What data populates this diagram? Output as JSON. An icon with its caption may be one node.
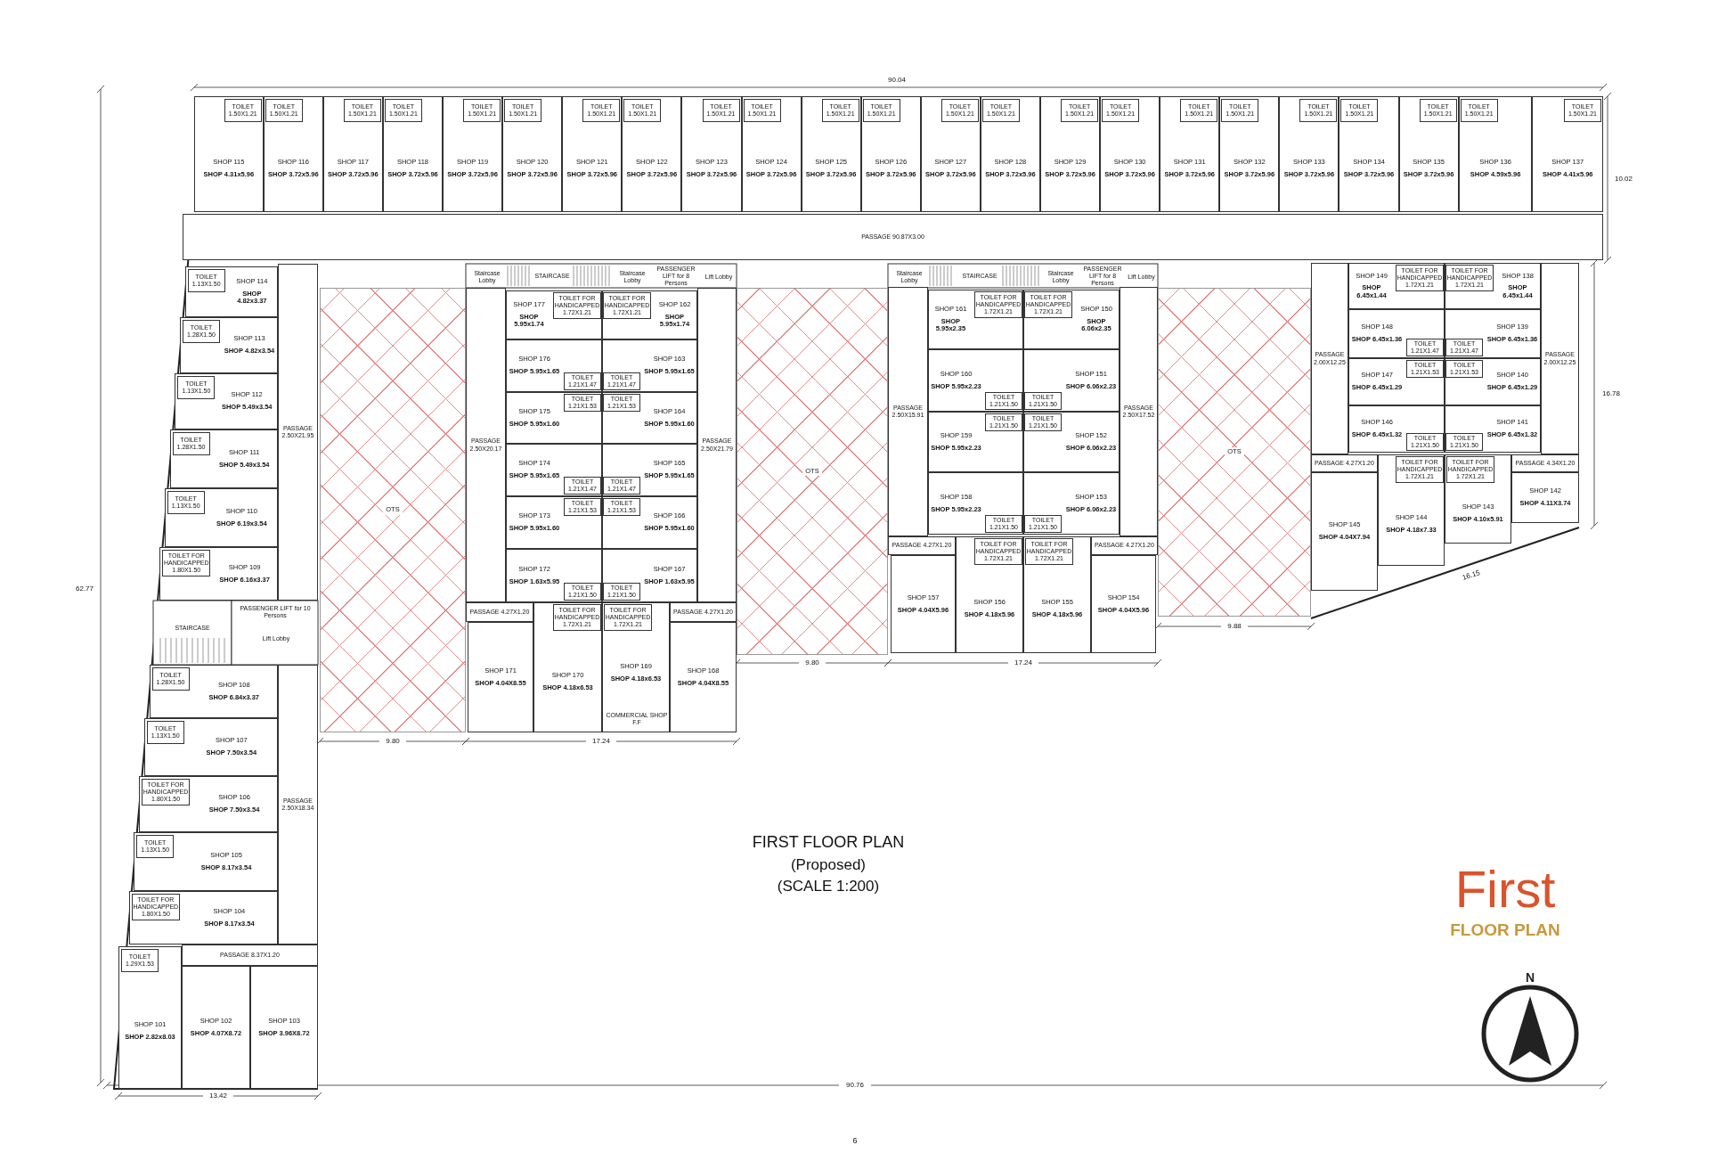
{
  "diagram": {
    "title": "FIRST FLOOR PLAN",
    "nodes": [
      {
        "text": [
          "SHOP 115",
          "SHOP 4.31x5.96"
        ]
      },
      {
        "text": [
          "TOILET 1.50X1.21"
        ],
        "in": 0
      },
      {
        "text": [
          "SHOP 116",
          "SHOP 3.72x5.96"
        ]
      },
      {
        "text": [
          "TOILET 1.50X1.21"
        ],
        "in": 2
      },
      {
        "text": [
          "SHOP 117",
          "SHOP 3.72x5.96"
        ]
      },
      {
        "text": [
          "TOILET 1.50X1.21"
        ],
        "in": 4
      },
      {
        "text": [
          "SHOP 118",
          "SHOP 3.72x5.96"
        ]
      },
      {
        "text": [
          "TOILET 1.50X1.21"
        ],
        "in": 6
      },
      {
        "text": [
          "SHOP 119",
          "SHOP 3.72x5.96"
        ]
      },
      {
        "text": [
          "TOILET 1.50X1.21"
        ],
        "in": 8
      },
      {
        "text": [
          "SHOP 120",
          "SHOP 3.72x5.96"
        ]
      },
      {
        "text": [
          "TOILET 1.50X1.21"
        ],
        "in": 10
      },
      {
        "text": [
          "SHOP 121",
          "SHOP 3.72x5.96"
        ]
      },
      {
        "text": [
          "TOILET 1.50X1.21"
        ],
        "in": 12
      },
      {
        "text": [
          "SHOP 122",
          "SHOP 3.72x5.96"
        ]
      },
      {
        "text": [
          "TOILET 1.50X1.21"
        ],
        "in": 14
      },
      {
        "text": [
          "SHOP 123",
          "SHOP 3.72x5.96"
        ]
      },
      {
        "text": [
          "TOILET 1.50X1.21"
        ],
        "in": 16
      },
      {
        "text": [
          "SHOP 124",
          "SHOP 3.72x5.96"
        ]
      },
      {
        "text": [
          "TOILET 1.50X1.21"
        ],
        "in": 18
      },
      {
        "text": [
          "SHOP 125",
          "SHOP 3.72x5.96"
        ]
      },
      {
        "text": [
          "TOILET 1.50X1.21"
        ],
        "in": 20
      },
      {
        "text": [
          "SHOP 126",
          "SHOP 3.72x5.96"
        ]
      },
      {
        "text": [
          "TOILET 1.50X1.21"
        ],
        "in": 22
      },
      {
        "text": [
          "SHOP 127",
          "SHOP 3.72x5.96"
        ]
      },
      {
        "text": [
          "TOILET 1.50X1.21"
        ],
        "in": 24
      },
      {
        "text": [
          "SHOP 128",
          "SHOP 3.72x5.96"
        ]
      },
      {
        "text": [
          "TOILET 1.50X1.21"
        ],
        "in": 26
      },
      {
        "text": [
          "SHOP 129",
          "SHOP 3.72x5.96"
        ]
      },
      {
        "text": [
          "TOILET 1.50X1.21"
        ],
        "in": 28
      },
      {
        "text": [
          "SHOP 130",
          "SHOP 3.72x5.96"
        ]
      },
      {
        "text": [
          "TOILET 1.50X1.21"
        ],
        "in": 30
      },
      {
        "text": [
          "SHOP 131",
          "SHOP 3.72x5.96"
        ]
      },
      {
        "text": [
          "TOILET 1.50X1.21"
        ],
        "in": 32
      },
      {
        "text": [
          "SHOP 132",
          "SHOP 3.72x5.96"
        ]
      },
      {
        "text": [
          "TOILET 1.50X1.21"
        ],
        "in": 34
      },
      {
        "text": [
          "SHOP 133",
          "SHOP 3.72x5.96"
        ]
      },
      {
        "text": [
          "TOILET 1.50X1.21"
        ],
        "in": 36
      },
      {
        "text": [
          "SHOP 134",
          "SHOP 3.72x5.96"
        ]
      },
      {
        "text": [
          "TOILET 1.50X1.21"
        ],
        "in": 38
      },
      {
        "text": [
          "SHOP 135",
          "SHOP 3.72x5.96"
        ]
      },
      {
        "text": [
          "TOILET 1.50X1.21"
        ],
        "in": 40
      },
      {
        "text": [
          "SHOP 136",
          "SHOP 4.59x5.96"
        ]
      },
      {
        "text": [
          "TOILET 1.50X1.21"
        ],
        "in": 42
      },
      {
        "text": [
          "SHOP 137",
          "SHOP 4.41x5.96"
        ]
      },
      {
        "text": [
          "TOILET 1.50X1.21"
        ],
        "in": 44
      },
      {
        "text": [
          "PASSAGE 90.87X3.00"
        ]
      },
      {
        "text": [
          "SHOP 114",
          "SHOP 4.82x3.37"
        ]
      },
      {
        "text": [
          "TOILET 1.13X1.50"
        ],
        "in": 47
      },
      {
        "text": [
          "SHOP 113",
          "SHOP 4.82x3.54"
        ]
      },
      {
        "text": [
          "TOILET 1.28X1.50"
        ],
        "in": 49
      },
      {
        "text": [
          "SHOP 112",
          "SHOP 5.49x3.54"
        ]
      },
      {
        "text": [
          "TOILET 1.13X1.50"
        ],
        "in": 51
      },
      {
        "text": [
          "SHOP 111",
          "SHOP 5.49x3.54"
        ]
      },
      {
        "text": [
          "TOILET 1.28X1.50"
        ],
        "in": 53
      },
      {
        "text": [
          "SHOP 110",
          "SHOP 6.19x3.54"
        ]
      },
      {
        "text": [
          "TOILET 1.13X1.50"
        ],
        "in": 55
      },
      {
        "text": [
          "SHOP 109",
          "SHOP 6.16x3.37"
        ]
      },
      {
        "text": [
          "TOILET FOR HANDICAPPED 1.80X1.50"
        ],
        "in": 57
      },
      {
        "text": [
          "PASSAGE 2.50X21.95"
        ]
      },
      {
        "text": [
          "SHOP 108",
          "SHOP 6.84x3.37"
        ]
      },
      {
        "text": [
          "TOILET 1.28X1.50"
        ],
        "in": 60
      },
      {
        "text": [
          "SHOP 107",
          "SHOP 7.50x3.54"
        ]
      },
      {
        "text": [
          "TOILET 1.13X1.50"
        ],
        "in": 62
      },
      {
        "text": [
          "SHOP 106",
          "SHOP 7.50x3.54"
        ]
      },
      {
        "text": [
          "TOILET FOR HANDICAPPED 1.80X1.50"
        ],
        "in": 64
      },
      {
        "text": [
          "SHOP 105",
          "SHOP 8.17x3.54"
        ]
      },
      {
        "text": [
          "TOILET 1.13X1.50"
        ],
        "in": 66
      },
      {
        "text": [
          "SHOP 104",
          "SHOP 8.17x3.54"
        ]
      },
      {
        "text": [
          "TOILET FOR HANDICAPPED 1.80X1.50"
        ],
        "in": 68
      },
      {
        "text": [
          "PASSAGE 2.50X18.34"
        ]
      },
      {
        "text": [
          "PASSAGE 8.37X1.20"
        ]
      },
      {
        "text": [
          "SHOP 101",
          "SHOP 2.82x8.03"
        ]
      },
      {
        "text": [
          "TOILET 1.29X1.53"
        ],
        "in": 72
      },
      {
        "text": [
          "SHOP 102",
          "SHOP 4.07X8.72"
        ]
      },
      {
        "text": [
          "SHOP 103",
          "SHOP 3.96X8.72"
        ]
      },
      {
        "text": [
          "PASSAGE 2.50X20.17"
        ]
      },
      {
        "text": [
          "SHOP 177",
          "SHOP 5.95x1.74"
        ]
      },
      {
        "text": [
          "TOILET FOR HANDICAPPED 1.72X1.21"
        ],
        "in": 77
      },
      {
        "text": [
          "SHOP 162",
          "SHOP 5.95x1.74"
        ]
      },
      {
        "text": [
          "TOILET FOR HANDICAPPED 1.72X1.21"
        ],
        "in": 79
      },
      {
        "text": [
          "SHOP 176",
          "SHOP 5.95x1.65"
        ]
      },
      {
        "text": [
          "TOILET 1.21X1.47"
        ],
        "in": 81
      },
      {
        "text": [
          "SHOP 163",
          "SHOP 5.95x1.65"
        ]
      },
      {
        "text": [
          "TOILET 1.21X1.47"
        ],
        "in": 83
      },
      {
        "text": [
          "SHOP 175",
          "SHOP 5.95x1.60"
        ]
      },
      {
        "text": [
          "TOILET 1.21X1.53"
        ],
        "in": 85
      },
      {
        "text": [
          "SHOP 164",
          "SHOP 5.95x1.60"
        ]
      },
      {
        "text": [
          "TOILET 1.21X1.53"
        ],
        "in": 87
      },
      {
        "text": [
          "SHOP 174",
          "SHOP 5.95x1.65"
        ]
      },
      {
        "text": [
          "TOILET 1.21X1.47"
        ],
        "in": 89
      },
      {
        "text": [
          "SHOP 165",
          "SHOP 5.95x1.65"
        ]
      },
      {
        "text": [
          "TOILET 1.21X1.47"
        ],
        "in": 91
      },
      {
        "text": [
          "SHOP 173",
          "SHOP 5.95x1.60"
        ]
      },
      {
        "text": [
          "TOILET 1.21X1.53"
        ],
        "in": 93
      },
      {
        "text": [
          "SHOP 166",
          "SHOP 5.95x1.60"
        ]
      },
      {
        "text": [
          "TOILET 1.21X1.53"
        ],
        "in": 95
      },
      {
        "text": [
          "SHOP 172",
          "SHOP 1.63x5.95"
        ]
      },
      {
        "text": [
          "TOILET 1.21X1.50"
        ],
        "in": 97
      },
      {
        "text": [
          "SHOP 167",
          "SHOP 1.63x5.95"
        ]
      },
      {
        "text": [
          "TOILET 1.21X1.50"
        ],
        "in": 99
      },
      {
        "text": [
          "PASSAGE 2.50X21.79"
        ]
      },
      {
        "text": [
          "PASSAGE 4.27X1.20"
        ]
      },
      {
        "text": [
          "PASSAGE 4.27X1.20"
        ]
      },
      {
        "text": [
          "SHOP 171",
          "SHOP 4.04X8.55"
        ]
      },
      {
        "text": [
          "SHOP 170",
          "SHOP 4.18x6.53"
        ]
      },
      {
        "text": [
          "TOILET FOR HANDICAPPED 1.72X1.21"
        ],
        "in": 105
      },
      {
        "text": [
          "SHOP 169",
          "SHOP 4.18x6.53"
        ]
      },
      {
        "text": [
          "TOILET FOR HANDICAPPED 1.72X1.21"
        ],
        "in": 107
      },
      {
        "text": [
          "SHOP 168",
          "SHOP 4.04X8.55"
        ]
      },
      {
        "text": [
          "PASSAGE 2.50X15.91"
        ]
      },
      {
        "text": [
          "SHOP 161",
          "SHOP 5.95x2.35"
        ]
      },
      {
        "text": [
          "TOILET FOR HANDICAPPED 1.72X1.21"
        ],
        "in": 111
      },
      {
        "text": [
          "SHOP 150",
          "SHOP 6.06x2.35"
        ]
      },
      {
        "text": [
          "TOILET FOR HANDICAPPED 1.72X1.21"
        ],
        "in": 113
      },
      {
        "text": [
          "SHOP 160",
          "SHOP 5.95x2.23"
        ]
      },
      {
        "text": [
          "TOILET 1.21X1.50"
        ],
        "in": 115
      },
      {
        "text": [
          "SHOP 151",
          "SHOP 6.06x2.23"
        ]
      },
      {
        "text": [
          "TOILET 1.21X1.50"
        ],
        "in": 117
      },
      {
        "text": [
          "SHOP 159",
          "SHOP 5.95x2.23"
        ]
      },
      {
        "text": [
          "TOILET 1.21X1.50"
        ],
        "in": 119
      },
      {
        "text": [
          "SHOP 152",
          "SHOP 6.06x2.23"
        ]
      },
      {
        "text": [
          "TOILET 1.21X1.50"
        ],
        "in": 121
      },
      {
        "text": [
          "SHOP 158",
          "SHOP 5.95x2.23"
        ]
      },
      {
        "text": [
          "TOILET 1.21X1.50"
        ],
        "in": 123
      },
      {
        "text": [
          "SHOP 153",
          "SHOP 6.06x2.23"
        ]
      },
      {
        "text": [
          "TOILET 1.21X1.50"
        ],
        "in": 125
      },
      {
        "text": [
          "PASSAGE 2.50X17.52"
        ]
      },
      {
        "text": [
          "PASSAGE 4.27X1.20"
        ]
      },
      {
        "text": [
          "PASSAGE 4.27X1.20"
        ]
      },
      {
        "text": [
          "SHOP 157",
          "SHOP 4.04X5.96"
        ]
      },
      {
        "text": [
          "SHOP 156",
          "SHOP 4.18x5.96"
        ]
      },
      {
        "text": [
          "TOILET FOR HANDICAPPED 1.72X1.21"
        ],
        "in": 131
      },
      {
        "text": [
          "SHOP 155",
          "SHOP 4.18x5.96"
        ]
      },
      {
        "text": [
          "TOILET FOR HANDICAPPED 1.72X1.21"
        ],
        "in": 133
      },
      {
        "text": [
          "SHOP 154",
          "SHOP 4.04X5.96"
        ]
      },
      {
        "text": [
          "PASSAGE 2.00X12.25"
        ]
      },
      {
        "text": [
          "SHOP 149",
          "SHOP 6.45x1.44"
        ]
      },
      {
        "text": [
          "TOILET FOR HANDICAPPED 1.72X1.21"
        ],
        "in": 137
      },
      {
        "text": [
          "SHOP 138",
          "SHOP 6.45x1.44"
        ]
      },
      {
        "text": [
          "TOILET FOR HANDICAPPED 1.72X1.21"
        ],
        "in": 139
      },
      {
        "text": [
          "SHOP 148",
          "SHOP 6.45x1.36"
        ]
      },
      {
        "text": [
          "TOILET 1.21X1.47"
        ],
        "in": 141
      },
      {
        "text": [
          "SHOP 139",
          "SHOP 6.45x1.36"
        ]
      },
      {
        "text": [
          "TOILET 1.21X1.47"
        ],
        "in": 143
      },
      {
        "text": [
          "SHOP 147",
          "SHOP 6.45x1.29"
        ]
      },
      {
        "text": [
          "TOILET 1.21X1.53"
        ],
        "in": 145
      },
      {
        "text": [
          "SHOP 140",
          "SHOP 6.45x1.29"
        ]
      },
      {
        "text": [
          "TOILET 1.21X1.53"
        ],
        "in": 147
      },
      {
        "text": [
          "SHOP 146",
          "SHOP 6.45x1.32"
        ]
      },
      {
        "text": [
          "TOILET 1.21X1.50"
        ],
        "in": 149
      },
      {
        "text": [
          "SHOP 141",
          "SHOP 6.45x1.32"
        ]
      },
      {
        "text": [
          "TOILET 1.21X1.50"
        ],
        "in": 151
      },
      {
        "text": [
          "PASSAGE 2.00X12.25"
        ]
      },
      {
        "text": [
          "PASSAGE 4.27X1.20"
        ]
      },
      {
        "text": [
          "PASSAGE 4.34X1.20"
        ]
      },
      {
        "text": [
          "SHOP 145",
          "SHOP 4.04X7.94"
        ]
      },
      {
        "text": [
          "SHOP 144",
          "SHOP 4.18x7.33"
        ]
      },
      {
        "text": [
          "TOILET FOR HANDICAPPED 1.72X1.21"
        ],
        "in": 157
      },
      {
        "text": [
          "SHOP 143",
          "SHOP 4.10x5.91"
        ]
      },
      {
        "text": [
          "TOILET FOR HANDICAPPED 1.72X1.21"
        ],
        "in": 159
      },
      {
        "text": [
          "SHOP 142",
          "SHOP 4.11X3.74"
        ]
      },
      {
        "text": [
          "OTS"
        ]
      },
      {
        "text": [
          "OTS"
        ]
      },
      {
        "text": [
          "OTS"
        ]
      }
    ],
    "labels": [
      "90.04",
      "10.02",
      "16.78",
      "62.77",
      "STAIRCASE",
      "PASSENGER LIFT for 10 Persons",
      "Lift Lobby",
      "Staircase Lobby",
      "STAIRCASE",
      "Staircase Lobby",
      "PASSENGER LIFT for 8 Persons",
      "Lift Lobby",
      "COMMERCIAL SHOP F.F",
      "Staircase Lobby",
      "STAIRCASE",
      "Staircase Lobby",
      "PASSENGER LIFT for 8 Persons",
      "Lift Lobby",
      "9.80",
      "17.24",
      "9.80",
      "17.24",
      "9.88",
      "16.15",
      "13.42",
      "90.76",
      "(Proposed)",
      "(SCALE 1:200)",
      "First",
      "FLOOR PLAN",
      "N",
      "6"
    ]
  }
}
